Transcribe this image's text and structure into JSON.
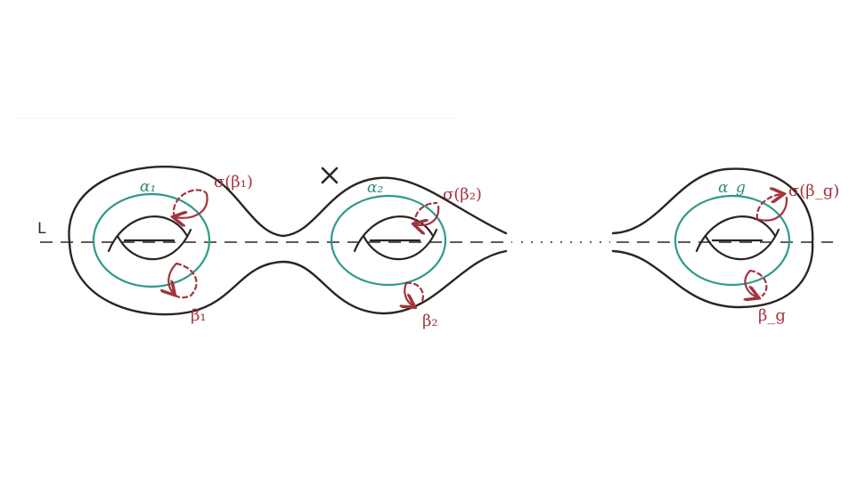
{
  "labels": {
    "axis": "L",
    "alpha1": "α₁",
    "alpha2": "α₂",
    "alphag": "α_g",
    "beta1": "β₁",
    "beta2": "β₂",
    "betag": "β_g",
    "sigma_beta1": "σ(β₁)",
    "sigma_beta2": "σ(β₂)",
    "sigma_betag": "σ(β_g)",
    "point": "×"
  },
  "colors": {
    "surface": "#2b2422",
    "alpha_curves": "#2f9a8a",
    "beta_curves": "#a3333d"
  }
}
